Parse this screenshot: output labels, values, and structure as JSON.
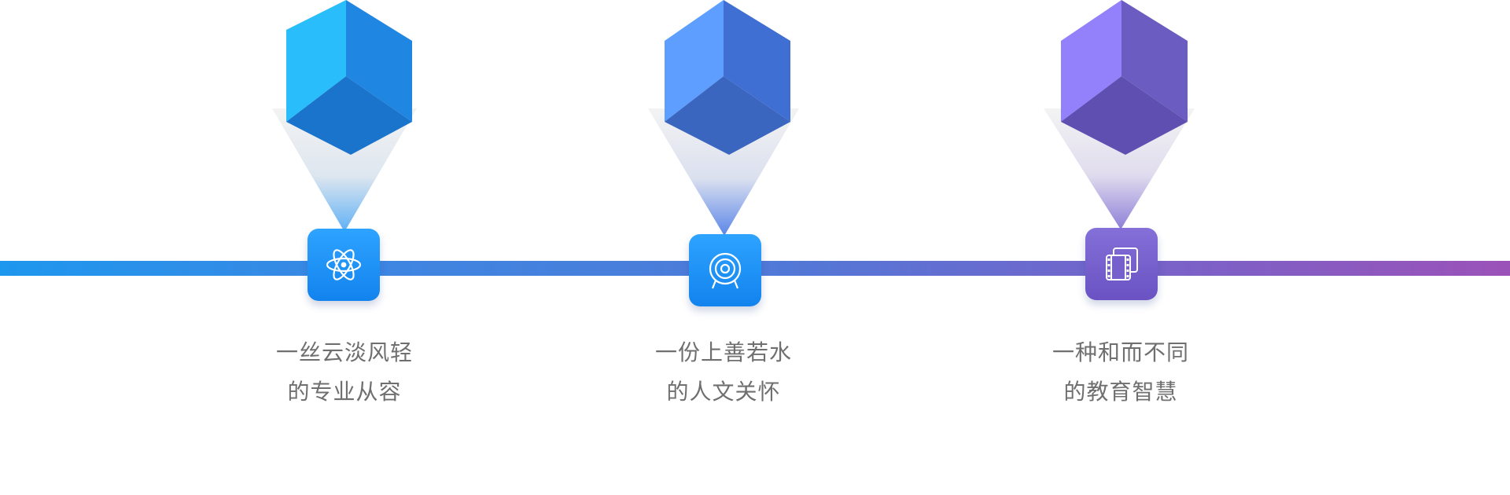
{
  "milestones": [
    {
      "line1": "一丝云淡风轻",
      "line2": "的专业从容",
      "icon": "atom-icon",
      "colors": {
        "cube_left": "#29bdfc",
        "cube_right": "#1f86e2",
        "cube_top": "#1b74cc"
      }
    },
    {
      "line1": "一份上善若水",
      "line2": "的人文关怀",
      "icon": "target-icon",
      "colors": {
        "cube_left": "#5d9efe",
        "cube_right": "#3f6fd2",
        "cube_top": "#3b66c0"
      }
    },
    {
      "line1": "一种和而不同",
      "line2": "的教育智慧",
      "icon": "film-frames-icon",
      "colors": {
        "cube_left": "#9380fb",
        "cube_right": "#6a5cc0",
        "cube_top": "#5f4fb0"
      }
    }
  ],
  "timeline": {
    "colors": [
      "#1e97ee",
      "#4f7ad8",
      "#9b52b8"
    ]
  }
}
